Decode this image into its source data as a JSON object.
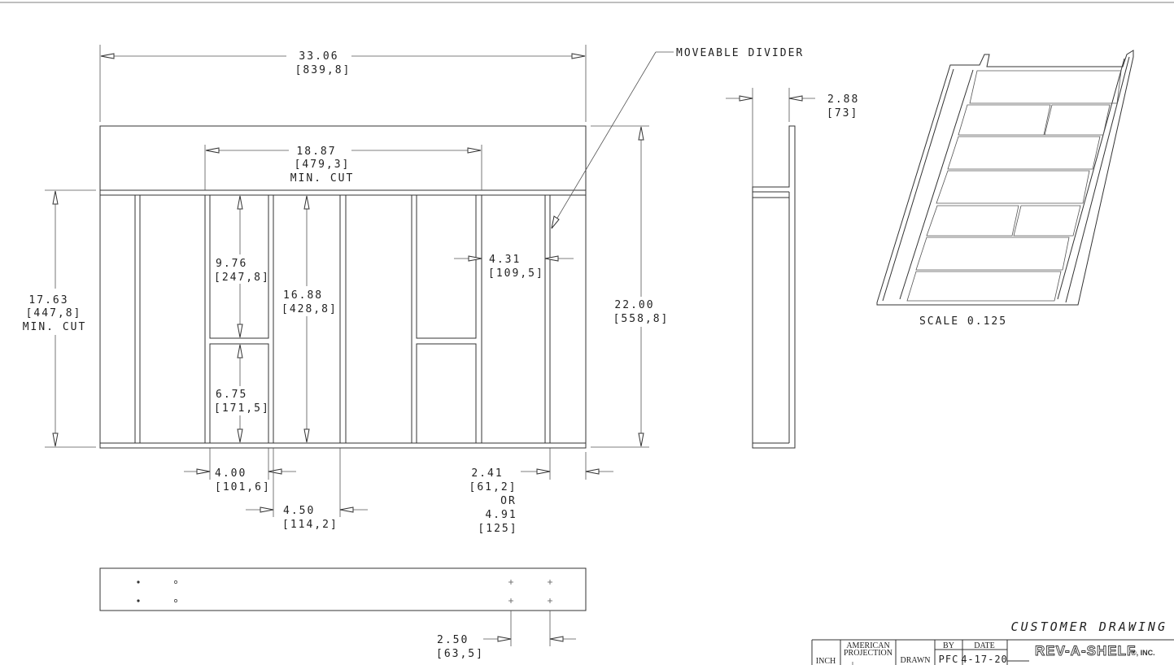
{
  "overall_width": {
    "in": "33.06",
    "mm": "[839,8]"
  },
  "min_cut_width": {
    "in": "18.87",
    "mm": "[479,3]",
    "note": "MIN. CUT"
  },
  "moveable_divider_label": "MOVEABLE DIVIDER",
  "depth": {
    "in": "2.88",
    "mm": "[73]"
  },
  "min_cut_height": {
    "in": "17.63",
    "mm": "[447,8]",
    "note": "MIN. CUT"
  },
  "upper_compartment": {
    "in": "9.76",
    "mm": "[247,8]"
  },
  "lower_compartment": {
    "in": "6.75",
    "mm": "[171,5]"
  },
  "full_compartment": {
    "in": "16.88",
    "mm": "[428,8]"
  },
  "divider_spacing": {
    "in": "4.31",
    "mm": "[109,5]"
  },
  "overall_height": {
    "in": "22.00",
    "mm": "[558,8]"
  },
  "narrow_slot": {
    "in": "4.00",
    "mm": "[101,6]"
  },
  "wide_slot": {
    "in": "4.50",
    "mm": "[114,2]"
  },
  "end_slot": {
    "in": "2.41",
    "mm": "[61,2]",
    "or": "OR",
    "alt_in": "4.91",
    "alt_mm": "[125]"
  },
  "hole_spacing": {
    "in": "2.50",
    "mm": "[63,5]"
  },
  "iso_scale": "SCALE  0.125",
  "title_block": {
    "heading": "CUSTOMER DRAWING",
    "units": "INCH",
    "projection_line1": "AMERICAN",
    "projection_line2": "PROJECTION",
    "col_by": "BY",
    "col_date": "DATE",
    "row_drawn": "DRAWN",
    "drawn_by": "PFC",
    "drawn_date": "4-17-20",
    "logo": "REV-A-SHELF",
    "logo_suffix": "®, INC."
  }
}
